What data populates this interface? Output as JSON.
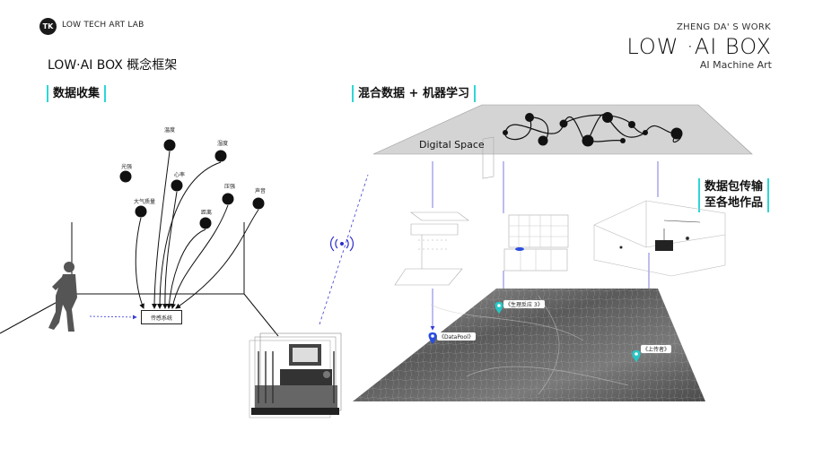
{
  "header": {
    "logo_glyph": "TK",
    "lab_name": "LOW TECH ART LAB",
    "page_title": "LOW·AI BOX 概念框架"
  },
  "signature": {
    "work": "ZHENG DA' S WORK",
    "title": "LOW ·AI BOX",
    "subtitle": "AI Machine Art"
  },
  "sections": {
    "data_collection": "数据收集",
    "mixed_learning": "混合数据 + 机器学习",
    "packet_line1": "数据包传输",
    "packet_line2": "至各地作品"
  },
  "sensors": {
    "light": "光强",
    "temperature": "温度",
    "humidity": "湿度",
    "heart_rate": "心率",
    "pressure": "压强",
    "sound": "声音",
    "air_quality": "大气质量",
    "distance": "距离"
  },
  "sensor_system": "传感系统",
  "digital_space": "Digital Space",
  "pins": {
    "data_pool": "《DataPool》",
    "bio_response": "《生理反应 3》",
    "ascender": "《上传者》"
  },
  "colors": {
    "accent_cyan": "#2fd6d6",
    "pin_blue": "#2a4de0",
    "pin_teal": "#26c7c7",
    "link_blue": "#3a3ad8"
  }
}
